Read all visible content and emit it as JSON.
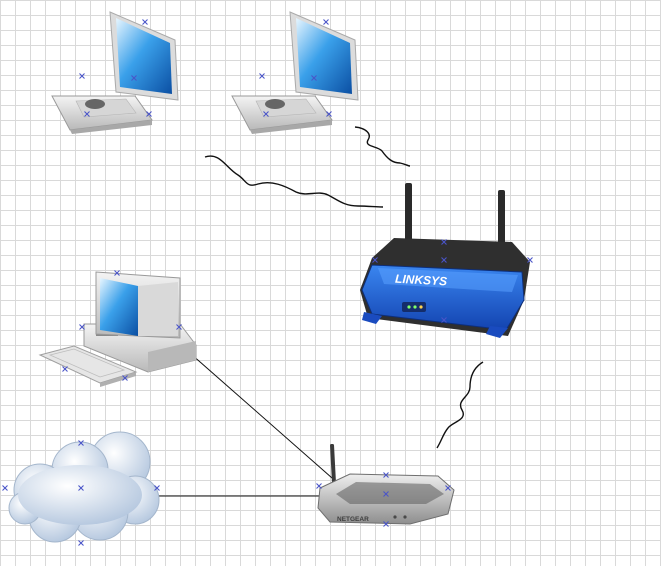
{
  "canvas": {
    "grid": true,
    "background": "#ffffff",
    "grid_color": "#d9d9d9"
  },
  "nodes": [
    {
      "id": "laptop-1",
      "icon": "laptop-icon"
    },
    {
      "id": "laptop-2",
      "icon": "laptop-icon"
    },
    {
      "id": "desktop",
      "icon": "desktop-computer-icon"
    },
    {
      "id": "router",
      "icon": "wireless-router-icon",
      "brand": "LINKSYS",
      "color": "#1f5fd6"
    },
    {
      "id": "cloud",
      "icon": "cloud-icon",
      "color": "#c9d8ea"
    },
    {
      "id": "modem",
      "icon": "modem-icon",
      "brand": "NETGEAR"
    }
  ],
  "connections": [
    {
      "from": "laptop-1",
      "to": "router",
      "kind": "wireless"
    },
    {
      "from": "laptop-2",
      "to": "router",
      "kind": "wireless"
    },
    {
      "from": "router",
      "to": "modem",
      "kind": "wireless"
    },
    {
      "from": "desktop",
      "to": "modem",
      "kind": "wired"
    },
    {
      "from": "cloud",
      "to": "modem",
      "kind": "wired"
    }
  ]
}
